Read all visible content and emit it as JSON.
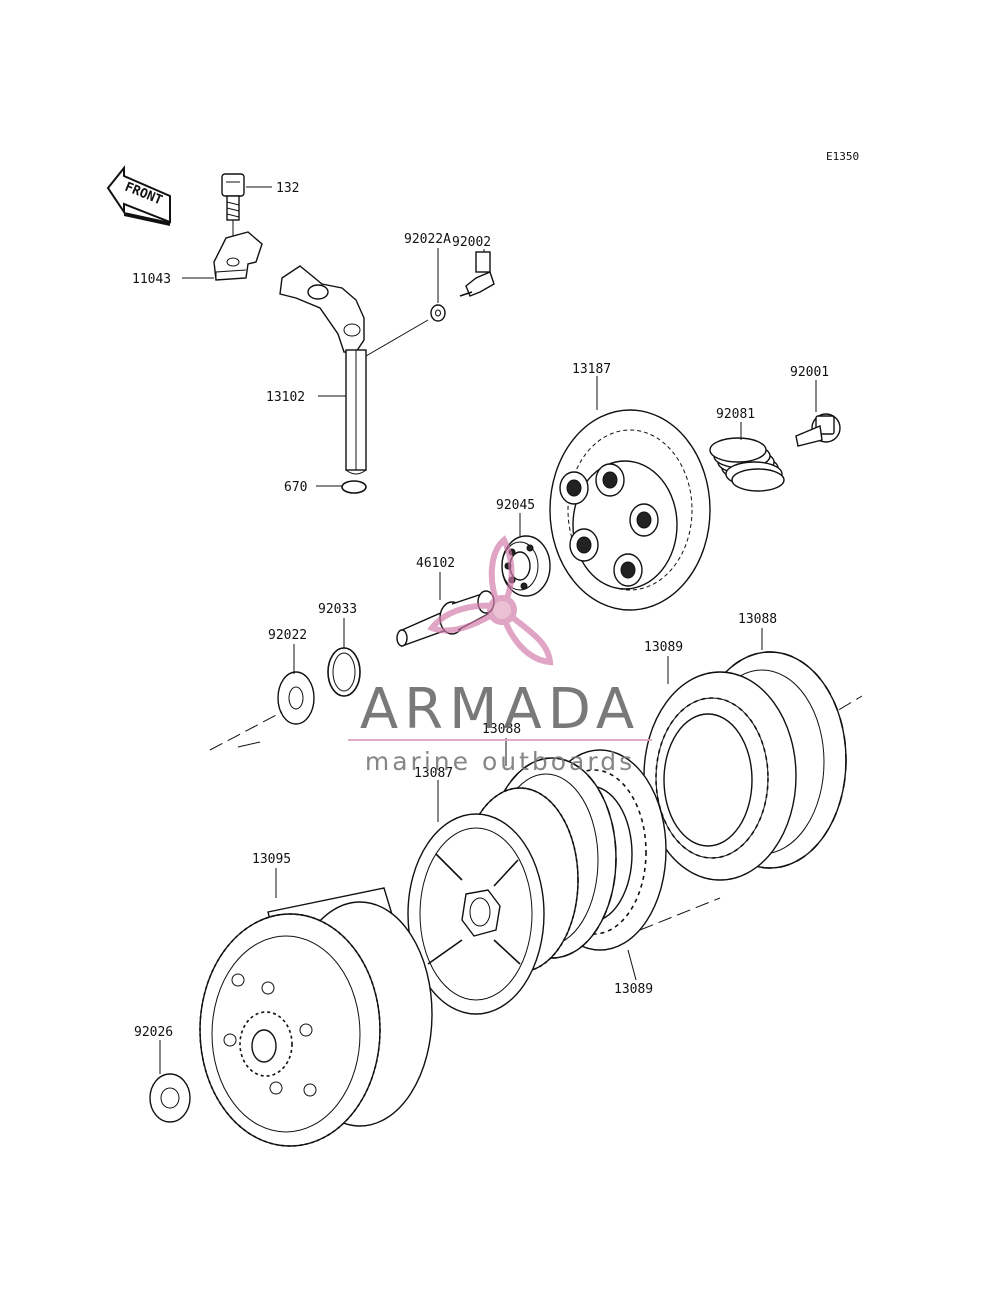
{
  "diagram": {
    "ref_code": "E1350",
    "front_label": "FRONT",
    "parts": [
      {
        "id": "132",
        "label": "132"
      },
      {
        "id": "11043",
        "label": "11043"
      },
      {
        "id": "92002",
        "label": "92002"
      },
      {
        "id": "92022A",
        "label": "92022A"
      },
      {
        "id": "13102",
        "label": "13102"
      },
      {
        "id": "670",
        "label": "670"
      },
      {
        "id": "13187",
        "label": "13187"
      },
      {
        "id": "92001",
        "label": "92001"
      },
      {
        "id": "92081",
        "label": "92081"
      },
      {
        "id": "92045",
        "label": "92045"
      },
      {
        "id": "46102",
        "label": "46102"
      },
      {
        "id": "92033",
        "label": "92033"
      },
      {
        "id": "92022",
        "label": "92022"
      },
      {
        "id": "13088a",
        "label": "13088"
      },
      {
        "id": "13089a",
        "label": "13089"
      },
      {
        "id": "13088b",
        "label": "13088"
      },
      {
        "id": "13087",
        "label": "13087"
      },
      {
        "id": "13095",
        "label": "13095"
      },
      {
        "id": "13089b",
        "label": "13089"
      },
      {
        "id": "92026",
        "label": "92026"
      }
    ]
  },
  "watermark": {
    "title": "ARMADA",
    "subtitle": "marine outboards",
    "colors": {
      "dark": "#6b6b6b",
      "pink": "#e0a3c2",
      "pink_deep": "#d27aa8"
    }
  }
}
